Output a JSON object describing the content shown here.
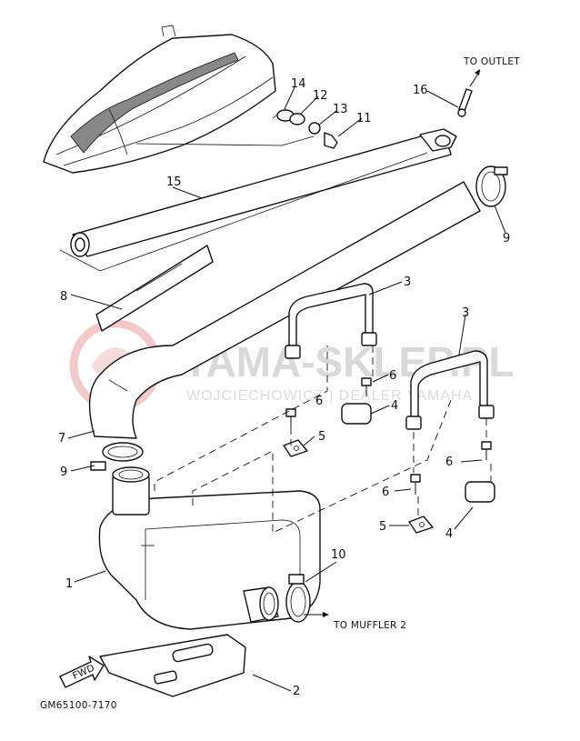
{
  "watermark": {
    "brand": "YAMA-SKLEP.PL",
    "tagline": "WOJCIECHOWICZ | DEALER YAMAHA",
    "logo_color": "#f2c9c9",
    "text_color": "#d9d9d9"
  },
  "callouts": {
    "c1": "1",
    "c2": "2",
    "c3a": "3",
    "c3b": "3",
    "c4a": "4",
    "c4b": "4",
    "c5a": "5",
    "c5b": "5",
    "c6a": "6",
    "c6b": "6",
    "c6c": "6",
    "c7": "7",
    "c8": "8",
    "c9a": "9",
    "c9b": "9",
    "c10": "10",
    "c11": "11",
    "c12": "12",
    "c13": "13",
    "c14": "14",
    "c15": "15",
    "c16": "16"
  },
  "annotations": {
    "to_outlet": "TO OUTLET",
    "to_muffler": "TO MUFFLER 2",
    "fwd": "FWD",
    "diagram_code": "GM65100-7170"
  }
}
